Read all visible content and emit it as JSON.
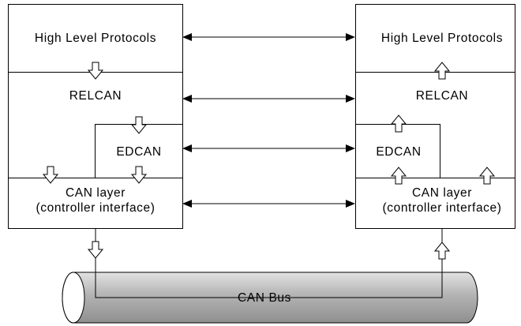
{
  "left_stack": {
    "high_level": "High Level Protocols",
    "relcan": "RELCAN",
    "edcan": "EDCAN",
    "can_line1": "CAN layer",
    "can_line2": "(controller interface)"
  },
  "right_stack": {
    "high_level": "High Level Protocols",
    "relcan": "RELCAN",
    "edcan": "EDCAN",
    "can_line1": "CAN layer",
    "can_line2": "(controller interface)"
  },
  "bus": {
    "label": "CAN Bus"
  }
}
